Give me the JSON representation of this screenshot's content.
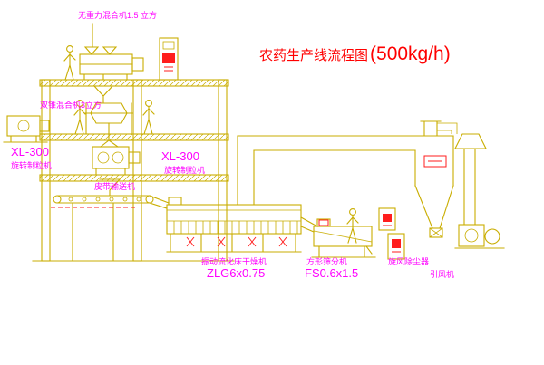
{
  "title": {
    "main": "农药生产线流程图",
    "capacity": "(500kg/h)"
  },
  "labels": {
    "gravity_mixer": "无重力混合机1.5 立方",
    "double_cone_mixer": "双锥混合机3立方",
    "granulator_left_model": "XL-300",
    "granulator_left_name": "旋转制粒机",
    "granulator_center_model": "XL-300",
    "granulator_center_name": "旋转制粒机",
    "belt_conveyor": "皮带输送机",
    "dryer_name": "振动流化床干燥机",
    "dryer_model": "ZLG6x0.75",
    "sieve_name": "方形筛分机",
    "sieve_model": "FS0.6x1.5",
    "cyclone": "旋风除尘器",
    "fan": "引风机"
  },
  "colors": {
    "line_yellow": "#c9ad00",
    "label_magenta": "#ff00ff",
    "title_red": "#ff0000",
    "mark_red": "#ff1e1e",
    "background": "#ffffff"
  }
}
